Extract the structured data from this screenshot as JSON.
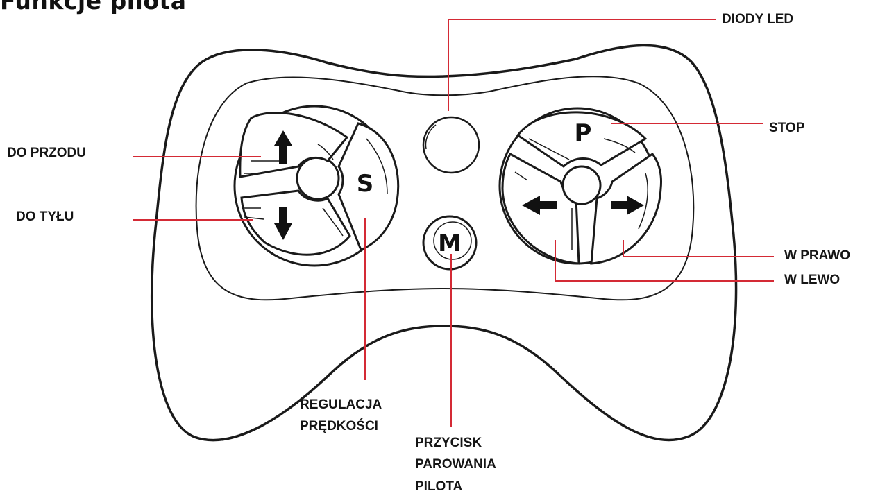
{
  "title": "Funkcje pilota",
  "controller": {
    "speed_button": "S",
    "stop_button": "P",
    "pairing_button": "M",
    "forward_arrow": "arrow-up-icon",
    "backward_arrow": "arrow-down-icon",
    "left_arrow": "arrow-left-icon",
    "right_arrow": "arrow-right-icon"
  },
  "labels": {
    "led": "DIODY LED",
    "forward": "DO PRZODU",
    "backward": "DO TYŁU",
    "stop": "STOP",
    "right": "W PRAWO",
    "left": "W LEWO",
    "speed_line1": "REGULACJA",
    "speed_line2": "PRĘDKOŚCI",
    "pair_line1": "PRZYCISK",
    "pair_line2": "PAROWANIA",
    "pair_line3": "PILOTA"
  },
  "colors": {
    "outline": "#1a1a1a",
    "leader": "#d42a35",
    "text": "#151515"
  }
}
